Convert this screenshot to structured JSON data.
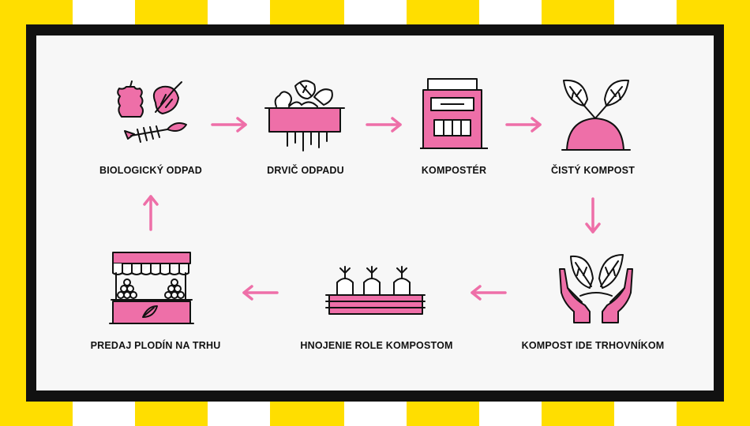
{
  "colors": {
    "stripe_yellow": "#FFDE00",
    "stripe_white": "#FFFFFF",
    "frame": "#111111",
    "panel": "#F7F7F7",
    "accent_pink": "#EE6FA8",
    "ink": "#111111"
  },
  "nodes": [
    {
      "id": "biological-waste",
      "label": "BIOLOGICKÝ ODPAD",
      "icon": "waste-icon"
    },
    {
      "id": "waste-shredder",
      "label": "DRVIČ ODPADU",
      "icon": "shredder-icon"
    },
    {
      "id": "composter",
      "label": "KOMPOSTÉR",
      "icon": "composter-icon"
    },
    {
      "id": "clean-compost",
      "label": "ČISTÝ KOMPOST",
      "icon": "sprout-mound-icon"
    },
    {
      "id": "compost-to-vendors",
      "label": "KOMPOST IDE TRHOVNÍKOM",
      "icon": "hands-plant-icon"
    },
    {
      "id": "field-fertilizing",
      "label": "HNOJENIE ROLE KOMPOSTOM",
      "icon": "carrot-field-icon"
    },
    {
      "id": "market-sale",
      "label": "PREDAJ PLODÍN NA TRHU",
      "icon": "market-stall-icon"
    }
  ],
  "flow": [
    {
      "from": "biological-waste",
      "to": "waste-shredder",
      "direction": "right"
    },
    {
      "from": "waste-shredder",
      "to": "composter",
      "direction": "right"
    },
    {
      "from": "composter",
      "to": "clean-compost",
      "direction": "right"
    },
    {
      "from": "clean-compost",
      "to": "compost-to-vendors",
      "direction": "down"
    },
    {
      "from": "compost-to-vendors",
      "to": "field-fertilizing",
      "direction": "left"
    },
    {
      "from": "field-fertilizing",
      "to": "market-sale",
      "direction": "left"
    },
    {
      "from": "market-sale",
      "to": "biological-waste",
      "direction": "up"
    }
  ]
}
